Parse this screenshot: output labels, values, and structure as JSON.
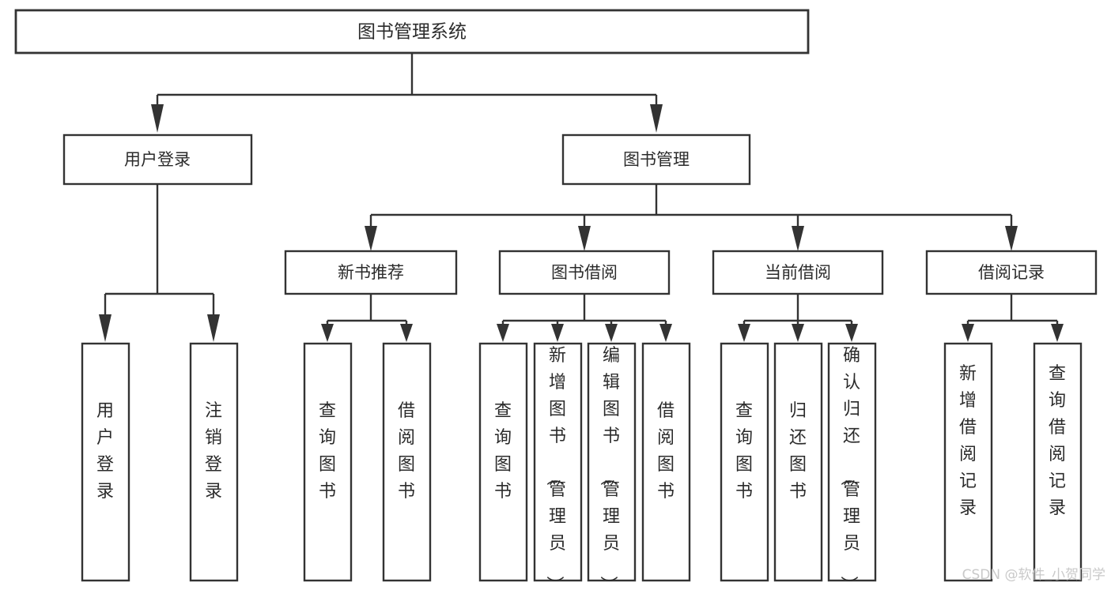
{
  "diagram": {
    "title": "图书管理系统",
    "root": {
      "label": "图书管理系统"
    },
    "level1": [
      {
        "label": "用户登录"
      },
      {
        "label": "图书管理"
      }
    ],
    "level2": [
      {
        "label": "新书推荐"
      },
      {
        "label": "图书借阅"
      },
      {
        "label": "当前借阅"
      },
      {
        "label": "借阅记录"
      }
    ],
    "leaves": [
      {
        "label": "用户登录",
        "parent": "用户登录"
      },
      {
        "label": "注销登录",
        "parent": "用户登录"
      },
      {
        "label": "查询图书",
        "parent": "新书推荐"
      },
      {
        "label": "借阅图书",
        "parent": "新书推荐"
      },
      {
        "label": "查询图书",
        "parent": "图书借阅"
      },
      {
        "label": "新增图书（管理员）",
        "parent": "图书借阅"
      },
      {
        "label": "编辑图书（管理员）",
        "parent": "图书借阅"
      },
      {
        "label": "借阅图书",
        "parent": "图书借阅"
      },
      {
        "label": "查询图书",
        "parent": "当前借阅"
      },
      {
        "label": "归还图书",
        "parent": "当前借阅"
      },
      {
        "label": "确认归还（管理员）",
        "parent": "当前借阅"
      },
      {
        "label": "新增借阅记录",
        "parent": "借阅记录"
      },
      {
        "label": "查询借阅记录",
        "parent": "借阅记录"
      }
    ],
    "watermark": "CSDN @软件_小贺同学",
    "colors": {
      "background": "#ffffff",
      "stroke": "#333333",
      "text": "#2b2b2b",
      "watermark": "#c9c9c9"
    }
  },
  "chart_data": {
    "type": "diagram",
    "title": "图书管理系统",
    "orientation": "top-down tree",
    "levels": 4,
    "nodes": [
      {
        "id": "n0",
        "label": "图书管理系统",
        "level": 0,
        "parent": null
      },
      {
        "id": "n1",
        "label": "用户登录",
        "level": 1,
        "parent": "n0"
      },
      {
        "id": "n2",
        "label": "图书管理",
        "level": 1,
        "parent": "n0"
      },
      {
        "id": "n3",
        "label": "用户登录",
        "level": 2,
        "parent": "n1"
      },
      {
        "id": "n4",
        "label": "注销登录",
        "level": 2,
        "parent": "n1"
      },
      {
        "id": "n5",
        "label": "新书推荐",
        "level": 2,
        "parent": "n2"
      },
      {
        "id": "n6",
        "label": "图书借阅",
        "level": 2,
        "parent": "n2"
      },
      {
        "id": "n7",
        "label": "当前借阅",
        "level": 2,
        "parent": "n2"
      },
      {
        "id": "n8",
        "label": "借阅记录",
        "level": 2,
        "parent": "n2"
      },
      {
        "id": "n9",
        "label": "查询图书",
        "level": 3,
        "parent": "n5"
      },
      {
        "id": "n10",
        "label": "借阅图书",
        "level": 3,
        "parent": "n5"
      },
      {
        "id": "n11",
        "label": "查询图书",
        "level": 3,
        "parent": "n6"
      },
      {
        "id": "n12",
        "label": "新增图书（管理员）",
        "level": 3,
        "parent": "n6"
      },
      {
        "id": "n13",
        "label": "编辑图书（管理员）",
        "level": 3,
        "parent": "n6"
      },
      {
        "id": "n14",
        "label": "借阅图书",
        "level": 3,
        "parent": "n6"
      },
      {
        "id": "n15",
        "label": "查询图书",
        "level": 3,
        "parent": "n7"
      },
      {
        "id": "n16",
        "label": "归还图书",
        "level": 3,
        "parent": "n7"
      },
      {
        "id": "n17",
        "label": "确认归还（管理员）",
        "level": 3,
        "parent": "n7"
      },
      {
        "id": "n18",
        "label": "新增借阅记录",
        "level": 3,
        "parent": "n8"
      },
      {
        "id": "n19",
        "label": "查询借阅记录",
        "level": 3,
        "parent": "n8"
      }
    ]
  }
}
